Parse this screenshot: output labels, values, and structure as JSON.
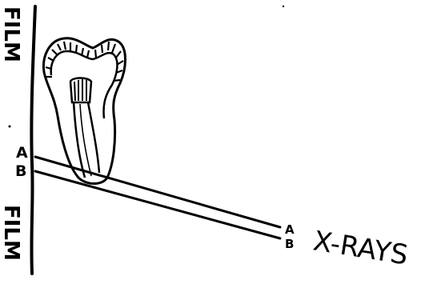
{
  "labels": {
    "film_top": "FILM",
    "film_bottom": "FILM",
    "a_film": "A",
    "b_film": "B",
    "a_xray": "A",
    "b_xray": "B",
    "x_rays": "X-RAYS"
  },
  "colors": {
    "ink": "#000000",
    "paper": "#ffffff"
  },
  "icons": {
    "tooth": "tooth-icon"
  }
}
